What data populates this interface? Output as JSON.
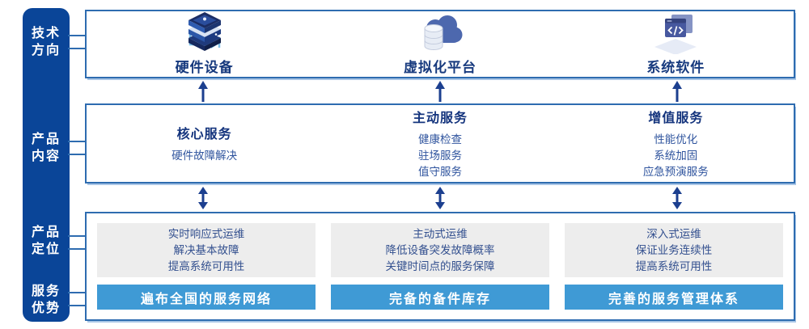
{
  "colors": {
    "sidebar_bg": "#0a4598",
    "box_border": "#2e6cb0",
    "heading_text": "#14347d",
    "body_text": "#2f549e",
    "advantage_bar_bg": "#3f9ad5",
    "advantage_bar_text": "#ffffff",
    "gray_panel_bg": "#ededed",
    "arrow": "#1c3f8f"
  },
  "sidebar": {
    "labels": [
      {
        "name": "tech-direction",
        "lines": [
          "技术",
          "方向"
        ]
      },
      {
        "name": "product-content",
        "lines": [
          "产品",
          "内容"
        ]
      },
      {
        "name": "product-positioning",
        "lines": [
          "产品",
          "定位"
        ]
      },
      {
        "name": "service-advantage",
        "lines": [
          "服务",
          "优势"
        ]
      }
    ]
  },
  "tech_row": {
    "items": [
      {
        "label": "硬件设备",
        "icon": "server-stack-icon"
      },
      {
        "label": "虚拟化平台",
        "icon": "cloud-database-icon"
      },
      {
        "label": "系统软件",
        "icon": "code-window-icon"
      }
    ]
  },
  "services_row": {
    "columns": [
      {
        "title": "核心服务",
        "items": [
          "硬件故障解决"
        ]
      },
      {
        "title": "主动服务",
        "items": [
          "健康检查",
          "驻场服务",
          "值守服务"
        ]
      },
      {
        "title": "增值服务",
        "items": [
          "性能优化",
          "系统加固",
          "应急预演服务"
        ]
      }
    ]
  },
  "positioning_row": {
    "columns": [
      {
        "points": [
          "实时响应式运维",
          "解决基本故障",
          "提高系统可用性"
        ],
        "advantage": "遍布全国的服务网络"
      },
      {
        "points": [
          "主动式运维",
          "降低设备突发故障概率",
          "关键时间点的服务保障"
        ],
        "advantage": "完备的备件库存"
      },
      {
        "points": [
          "深入式运维",
          "保证业务连续性",
          "提高系统可用性"
        ],
        "advantage": "完善的服务管理体系"
      }
    ]
  }
}
